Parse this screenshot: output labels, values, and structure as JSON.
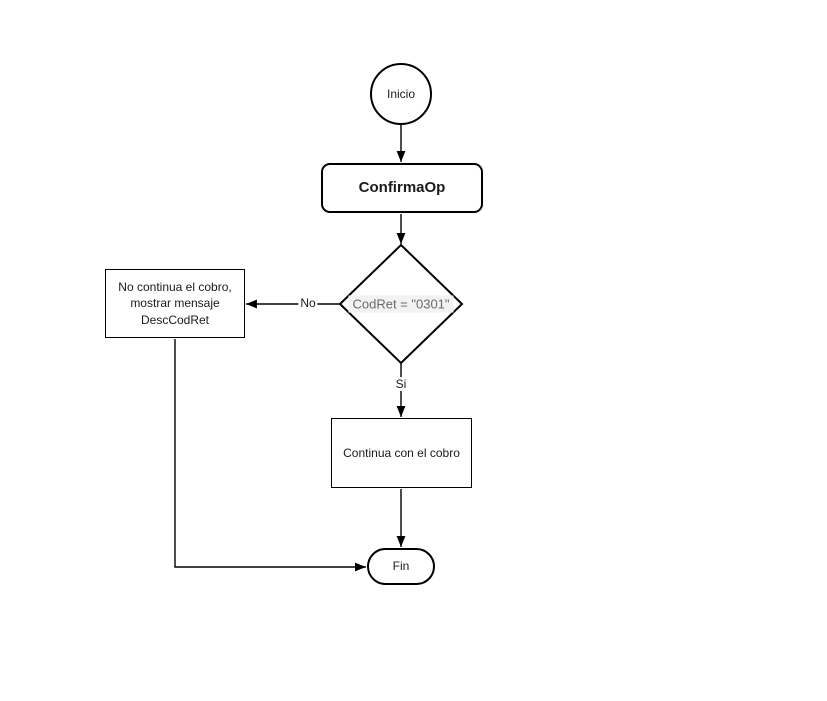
{
  "diagram": {
    "background": "#ffffff",
    "stroke_color": "#000000",
    "text_color": "#1a1a1a",
    "nodes": {
      "start": {
        "label": "Inicio"
      },
      "confirm": {
        "label": "ConfirmaOp"
      },
      "decision": {
        "label": "CodRet = \"0301\"",
        "label_bg": "#f2f2f2",
        "label_color": "#6b6b6b"
      },
      "no_action": {
        "lines": [
          "No continua el cobro,",
          "mostrar mensaje",
          "DescCodRet"
        ]
      },
      "yes_action": {
        "label": "Continua con el cobro"
      },
      "end": {
        "label": "Fin"
      }
    },
    "edge_labels": {
      "no": "No",
      "yes": "Si"
    }
  }
}
